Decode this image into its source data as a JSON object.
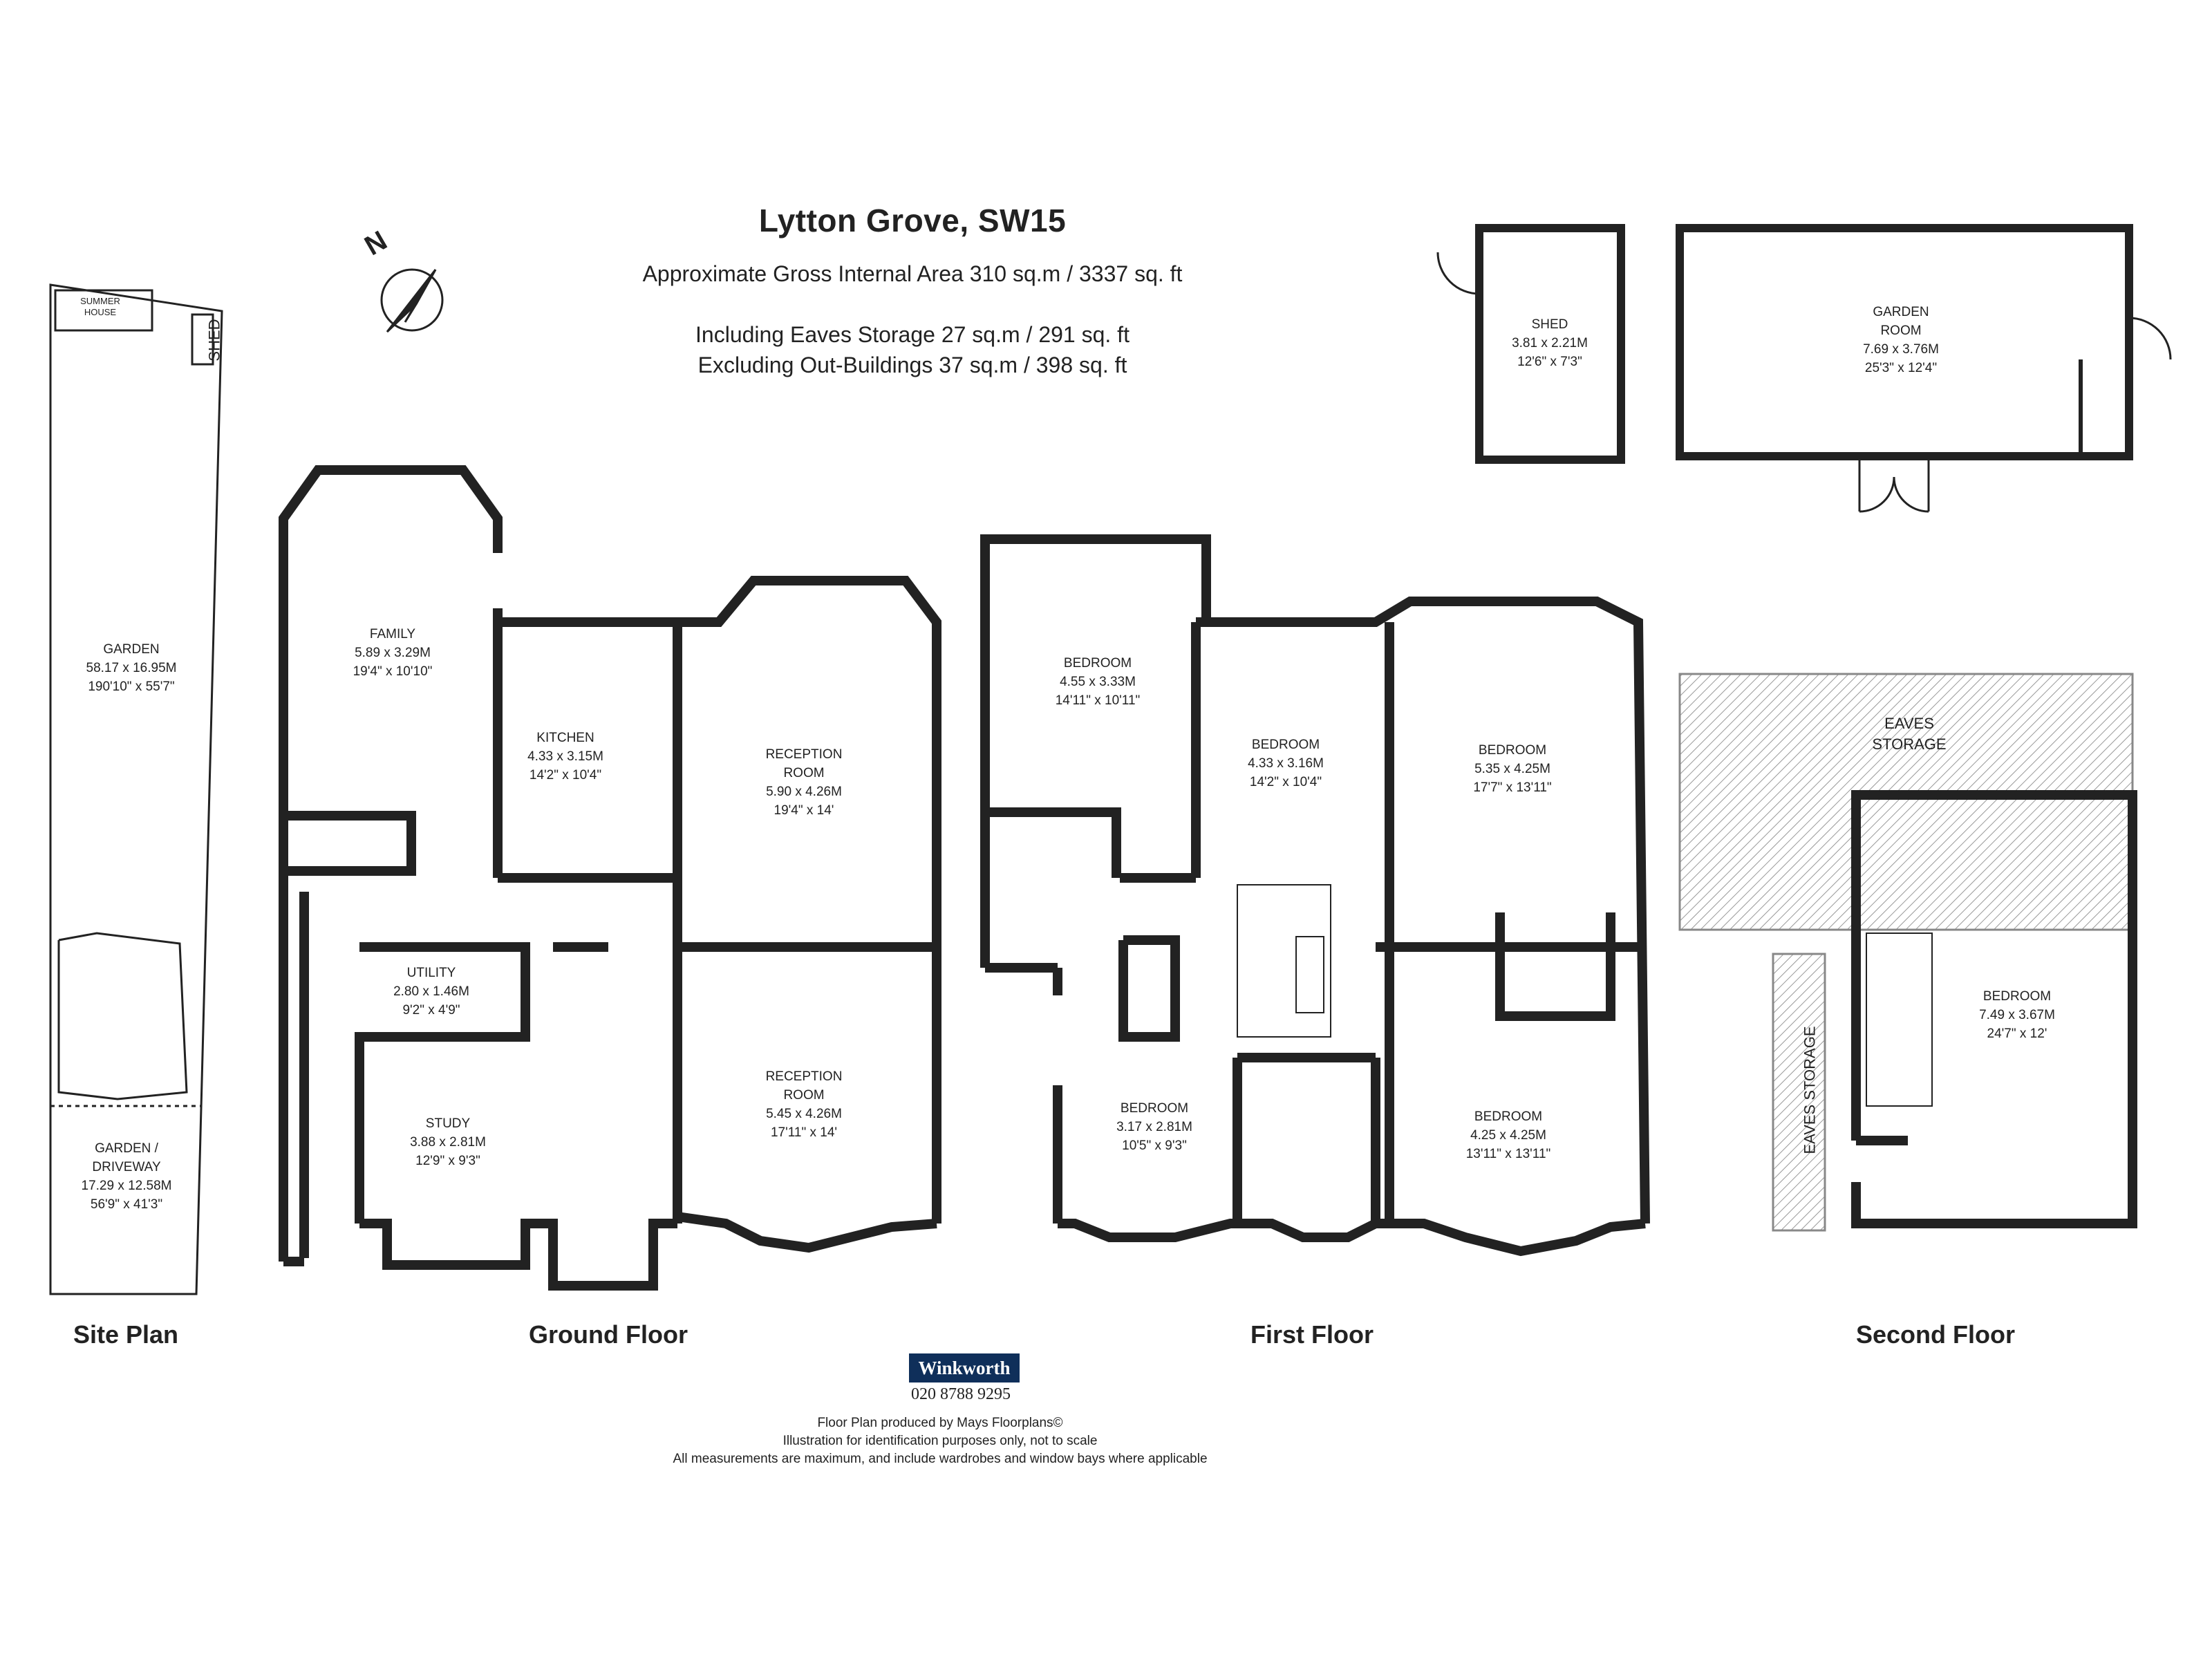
{
  "header": {
    "title": "Lytton Grove, SW15",
    "line1": "Approximate Gross Internal Area 310 sq.m /  3337 sq. ft",
    "line2": "Including Eaves Storage  27 sq.m /  291 sq. ft",
    "line3": "Excluding Out-Buildings  37 sq.m /  398 sq. ft"
  },
  "floors": {
    "site": "Site Plan",
    "ground": "Ground Floor",
    "first": "First Floor",
    "second": "Second Floor"
  },
  "site": {
    "summer_house": [
      "SUMMER",
      "HOUSE"
    ],
    "shed": "SHED",
    "garden": {
      "name": "GARDEN",
      "metric": "58.17 x 16.95M",
      "imperial": "190'10\" x 55'7\""
    },
    "driveway": {
      "name": "GARDEN /",
      "name2": "DRIVEWAY",
      "metric": "17.29 x 12.58M",
      "imperial": "56'9\" x 41'3\""
    }
  },
  "outbuildings": {
    "shed": {
      "name": "SHED",
      "metric": "3.81 x 2.21M",
      "imperial": "12'6\" x 7'3\""
    },
    "garden_room": {
      "name": "GARDEN",
      "name2": "ROOM",
      "metric": "7.69 x 3.76M",
      "imperial": "25'3\" x 12'4\""
    }
  },
  "ground": {
    "family": {
      "name": "FAMILY",
      "metric": "5.89 x 3.29M",
      "imperial": "19'4\" x 10'10\""
    },
    "kitchen": {
      "name": "KITCHEN",
      "metric": "4.33 x 3.15M",
      "imperial": "14'2\" x 10'4\""
    },
    "reception1": {
      "name": "RECEPTION",
      "name2": "ROOM",
      "metric": "5.90 x 4.26M",
      "imperial": "19'4\" x 14'"
    },
    "reception2": {
      "name": "RECEPTION",
      "name2": "ROOM",
      "metric": "5.45 x 4.26M",
      "imperial": "17'11\" x 14'"
    },
    "utility": {
      "name": "UTILITY",
      "metric": "2.80 x 1.46M",
      "imperial": "9'2\" x 4'9\""
    },
    "study": {
      "name": "STUDY",
      "metric": "3.88 x 2.81M",
      "imperial": "12'9\" x 9'3\""
    }
  },
  "first": {
    "bed1": {
      "name": "BEDROOM",
      "metric": "4.55 x 3.33M",
      "imperial": "14'11\" x 10'11\""
    },
    "bed2": {
      "name": "BEDROOM",
      "metric": "4.33 x 3.16M",
      "imperial": "14'2\" x 10'4\""
    },
    "bed3": {
      "name": "BEDROOM",
      "metric": "5.35 x 4.25M",
      "imperial": "17'7\" x 13'11\""
    },
    "bed4": {
      "name": "BEDROOM",
      "metric": "3.17 x 2.81M",
      "imperial": "10'5\" x 9'3\""
    },
    "bed5": {
      "name": "BEDROOM",
      "metric": "4.25 x 4.25M",
      "imperial": "13'11\" x 13'11\""
    }
  },
  "second": {
    "eaves_top": {
      "name": "EAVES",
      "name2": "STORAGE"
    },
    "eaves_side": "EAVES STORAGE",
    "bedroom": {
      "name": "BEDROOM",
      "metric": "7.49 x 3.67M",
      "imperial": "24'7\" x 12'"
    }
  },
  "compass": {
    "letter": "N"
  },
  "agent": {
    "name": "Winkworth",
    "phone": "020 8788 9295"
  },
  "footer": {
    "line1": "Floor Plan produced by Mays Floorplans©",
    "line2": "Illustration for identification purposes only, not to scale",
    "line3": "All measurements are maximum, and include wardrobes and window bays where applicable"
  }
}
